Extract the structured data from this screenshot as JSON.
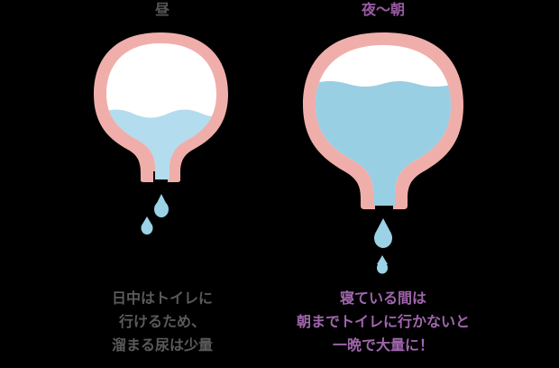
{
  "panels": [
    {
      "title": "昼",
      "caption": [
        "日中はトイレに",
        "行けるため、",
        "溜まる尿は少量"
      ]
    },
    {
      "title": "夜〜朝",
      "caption": [
        "寝ている間は",
        "朝までトイレに行かないと",
        "一晩で大量に！"
      ]
    }
  ],
  "colors": {
    "bladder_wall": "#f0aeab",
    "urine": "#b3dcee",
    "urine_night": "#98cfe3",
    "drop": "#9bd2e6",
    "title_day": "#555555",
    "title_night": "#9a5aa6",
    "caption_day": "#5a5a5a",
    "caption_night": "#a066ad"
  }
}
